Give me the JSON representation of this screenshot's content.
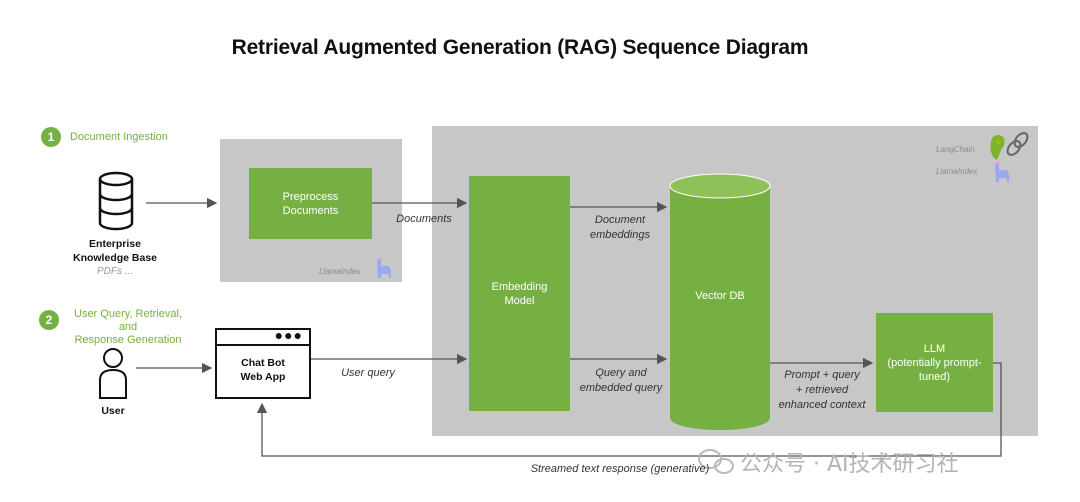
{
  "title": "Retrieval Augmented Generation (RAG) Sequence Diagram",
  "steps": [
    {
      "number": "1",
      "label": "Document Ingestion"
    },
    {
      "number": "2",
      "label_line1": "User Query, Retrieval, and",
      "label_line2": "Response Generation"
    }
  ],
  "knowledge_base": {
    "line1": "Enterprise",
    "line2": "Knowledge Base",
    "sub": "PDFs ..."
  },
  "user": {
    "label": "User"
  },
  "chatbot": {
    "line1": "Chat Bot",
    "line2": "Web App"
  },
  "preprocess": {
    "line1": "Preprocess",
    "line2": "Documents"
  },
  "embedding_model": {
    "line1": "Embedding",
    "line2": "Model"
  },
  "vector_db": {
    "label": "Vector DB"
  },
  "llm": {
    "line1": "LLM",
    "line2": "(potentially prompt-",
    "line3": "tuned)"
  },
  "edge_labels": {
    "documents": "Documents",
    "doc_embeddings_1": "Document",
    "doc_embeddings_2": "embeddings",
    "user_query": "User query",
    "query_embedded_1": "Query and",
    "query_embedded_2": "embedded query",
    "prompt_1": "Prompt + query",
    "prompt_2": "+ retrieved",
    "prompt_3": "enhanced context",
    "streamed": "Streamed text response (generative)"
  },
  "frameworks": {
    "langchain": "LangChain",
    "llamaindex_main": "LlamaIndex",
    "llamaindex_pre": "LlamaIndex"
  },
  "watermark": "公众号 · AI技术研习社",
  "colors": {
    "green": "#76b043",
    "panel": "#c7c7c7",
    "text": "#111111"
  }
}
